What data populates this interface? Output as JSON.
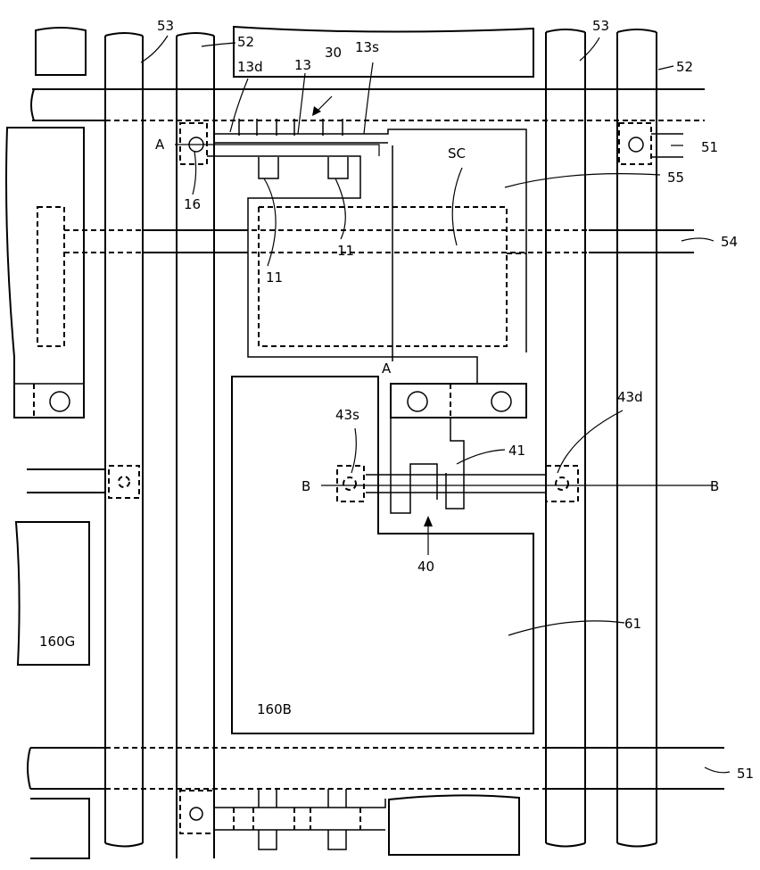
{
  "labels": {
    "l53a": "53",
    "l53b": "53",
    "l52a": "52",
    "l52b": "52",
    "l13d": "13d",
    "l13": "13",
    "l30": "30",
    "l13s": "13s",
    "lA_top": "A",
    "lA_mid": "A",
    "l16": "16",
    "lSC": "SC",
    "l55": "55",
    "l51_top": "51",
    "l54": "54",
    "l11a": "11",
    "l11b": "11",
    "l43s": "43s",
    "l43d": "43d",
    "l41": "41",
    "lB_left": "B",
    "lB_right": "B",
    "l40": "40",
    "l61": "61",
    "l160G": "160G",
    "l160B": "160B",
    "l51_bot": "51"
  },
  "icons": {
    "contact": "circle-contact-icon",
    "arrow": "arrow-icon"
  }
}
